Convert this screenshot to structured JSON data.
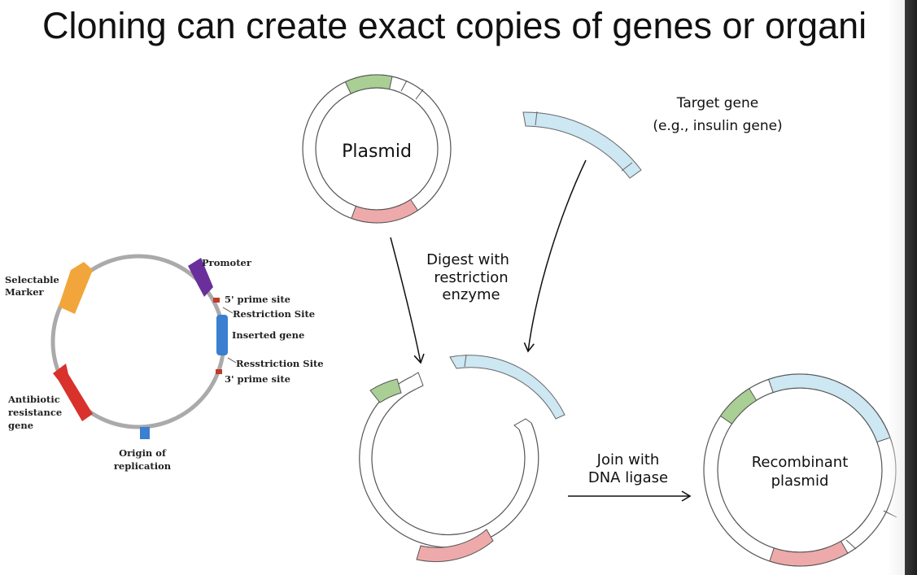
{
  "title": "Cloning can create exact copies of genes or organi",
  "colors": {
    "green": "#a9cf95",
    "pink": "#eeaaaa",
    "blue": "#cde7f3",
    "orange": "#f2a53a",
    "purple": "#6a2f9b",
    "red": "#d9312b",
    "gene_blue": "#3a7fd0",
    "ring_gray": "#aaaaaa"
  },
  "cloning": {
    "plasmid_label": "Plasmid",
    "target_gene_label": [
      "Target gene",
      "(e.g., insulin gene)"
    ],
    "digest_label": [
      "Digest with",
      "restriction",
      "enzyme"
    ],
    "join_label": [
      "Join with",
      "DNA ligase"
    ],
    "recombinant_label": [
      "Recombinant",
      "plasmid"
    ]
  },
  "vector_map": {
    "promoter": "Promoter",
    "selectable_marker": [
      "Selectable",
      "Marker"
    ],
    "prime5": "5' prime site",
    "restriction_site": "Restriction Site",
    "inserted_gene": "Inserted gene",
    "resstriction_site": "Resstriction Site",
    "prime3": "3' prime site",
    "antibiotic": [
      "Antibiotic",
      "resistance",
      "gene"
    ],
    "origin": [
      "Origin of",
      "replication"
    ]
  }
}
